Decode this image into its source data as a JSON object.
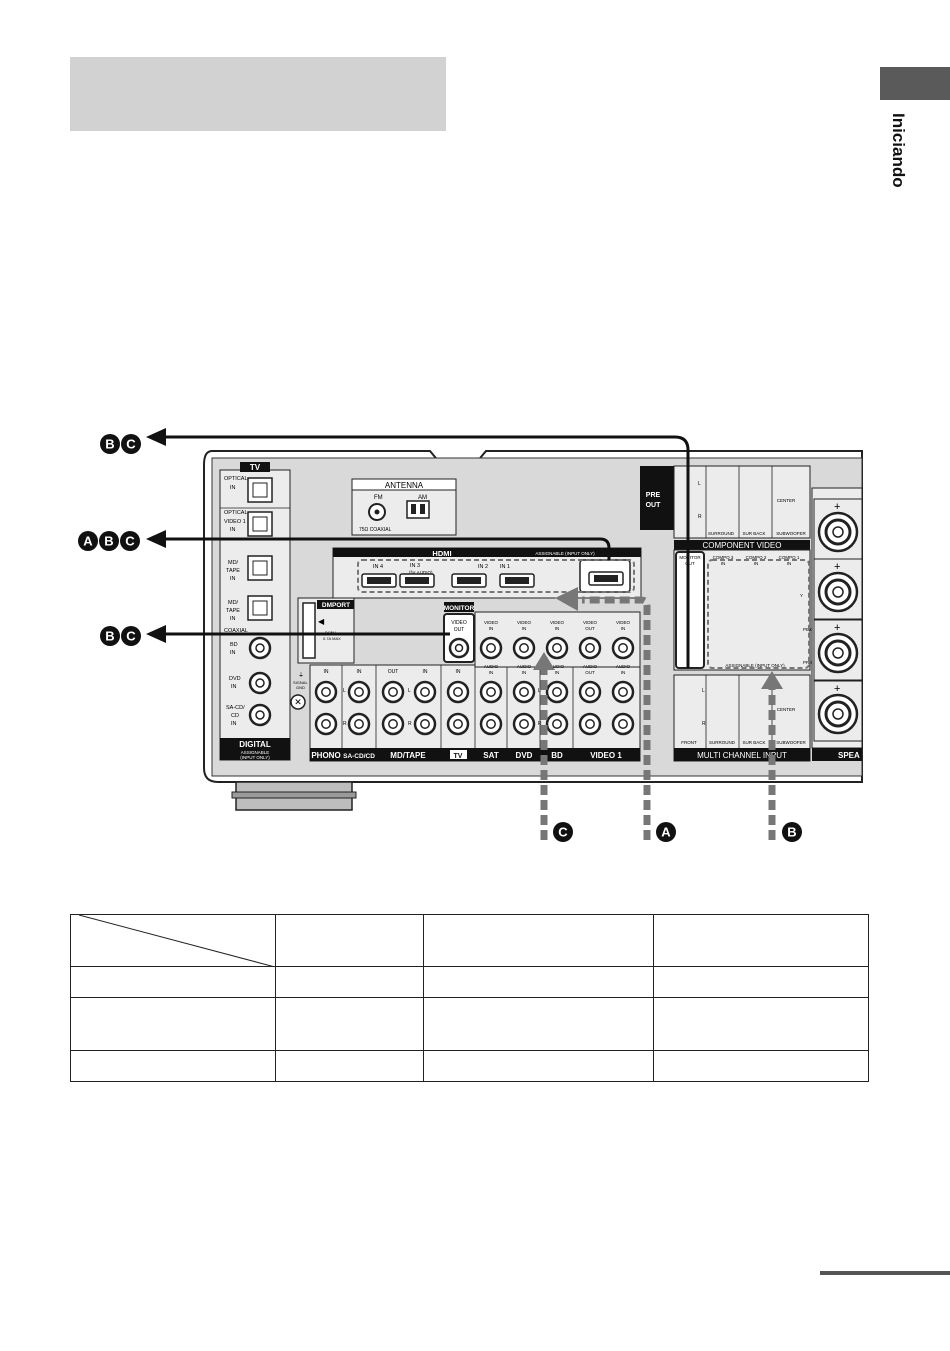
{
  "page": {
    "title_box": "",
    "side_tab_label": "Iniciando"
  },
  "diagram": {
    "callouts": {
      "top_arrow": [
        "B",
        "C"
      ],
      "hdmi_arrow": [
        "A",
        "B",
        "C"
      ],
      "monitor_arrow": [
        "B",
        "C"
      ],
      "bottom_c": "C",
      "bottom_a": "A",
      "bottom_b": "B"
    },
    "panel": {
      "tv_badge": "TV",
      "optical_in": "OPTICAL\nIN",
      "optical_video1_in": "OPTICAL\nVIDEO 1\nIN",
      "optical_md_tape_in": "MD/\nTAPE\nIN",
      "optical_md_tape_in2": "MD/\nTAPE\nIN",
      "coaxial": "COAXIAL",
      "bd_in": "BD\nIN",
      "dvd_in": "DVD\nIN",
      "sacd_cd_in": "SA-CD/\nCD\nIN",
      "digital": "DIGITAL",
      "digital_sub": "ASSIGNABLE\n(INPUT ONLY)",
      "antenna": "ANTENNA",
      "fm": "FM",
      "am": "AM",
      "coaxial_75": "75Ω COAXIAL",
      "hdmi": "HDMI",
      "hdmi_assignable": "ASSIGNABLE (INPUT ONLY)",
      "hdmi_in4": "IN 4",
      "hdmi_in3": "IN 3",
      "hdmi_for_audio": "(for AUDIO)",
      "hdmi_in2": "IN 2",
      "hdmi_in1": "IN 1",
      "hdmi_out": "OUT",
      "dmport": "DMPORT",
      "dmport_sub": "DC5V\n0.7A MAX",
      "monitor": "MONITOR",
      "monitor_video_out": "VIDEO\nOUT",
      "signal_gnd": "SIGNAL\nGND",
      "video_in": "VIDEO\nIN",
      "video_out": "VIDEO\nOUT",
      "audio_in": "AUDIO\nIN",
      "audio_out": "AUDIO\nOUT",
      "in": "IN",
      "out": "OUT",
      "l": "L",
      "r": "R",
      "bottom_labels": [
        "PHONO",
        "SA-CD/CD",
        "MD/TAPE",
        "TV",
        "SAT",
        "DVD",
        "BD",
        "VIDEO 1"
      ],
      "pre_out": "PRE\nOUT",
      "surround": "SURROUND",
      "sur_back": "SUR BACK",
      "center": "CENTER",
      "subwoofer": "SUBWOOFER",
      "component_video": "COMPONENT VIDEO",
      "monitor_out": "MONITOR\nOUT",
      "compo3_in": "COMPO 3\nIN",
      "compo2_in": "COMPO 2\nIN",
      "compo1_in": "COMPO 1\nIN",
      "y": "Y",
      "pb_cb": "PB/CB",
      "pr_cr": "PR/CR",
      "component_assignable": "ASSIGNABLE (INPUT ONLY)",
      "front": "FRONT",
      "multi_channel_input": "MULTI CHANNEL INPUT",
      "speakers": "SPEAKERS",
      "plus": "+"
    }
  },
  "table": {
    "header": [
      "",
      "",
      "",
      ""
    ],
    "rows": [
      [
        "",
        "",
        "",
        ""
      ],
      [
        "",
        "",
        "",
        ""
      ],
      [
        "",
        "",
        "",
        ""
      ]
    ]
  }
}
